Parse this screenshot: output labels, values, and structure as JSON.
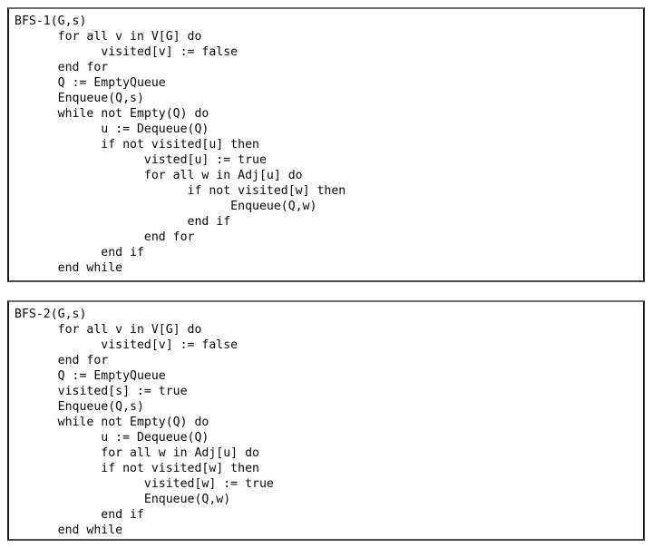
{
  "page": {
    "background_color": "#ffffff",
    "text_color": "#0a0a0a",
    "border_color_top": "#6e6e6e",
    "border_color_side": "#1a1a1a"
  },
  "algorithms": [
    {
      "id": "bfs-1",
      "title": "BFS-1(G,s)",
      "lines": [
        "BFS-1(G,s)",
        "      for all v in V[G] do",
        "            visited[v] := false",
        "      end for",
        "      Q := EmptyQueue",
        "      Enqueue(Q,s)",
        "      while not Empty(Q) do",
        "            u := Dequeue(Q)",
        "            if not visited[u] then",
        "                  visted[u] := true",
        "                  for all w in Adj[u] do",
        "                        if not visited[w] then",
        "                              Enqueue(Q,w)",
        "                        end if",
        "                  end for",
        "            end if",
        "      end while"
      ]
    },
    {
      "id": "bfs-2",
      "title": "BFS-2(G,s)",
      "lines": [
        "BFS-2(G,s)",
        "      for all v in V[G] do",
        "            visited[v] := false",
        "      end for",
        "      Q := EmptyQueue",
        "      visited[s] := true",
        "      Enqueue(Q,s)",
        "      while not Empty(Q) do",
        "            u := Dequeue(Q)",
        "            for all w in Adj[u] do",
        "            if not visited[w] then",
        "                  visited[w] := true",
        "                  Enqueue(Q,w)",
        "            end if",
        "      end while"
      ]
    }
  ]
}
